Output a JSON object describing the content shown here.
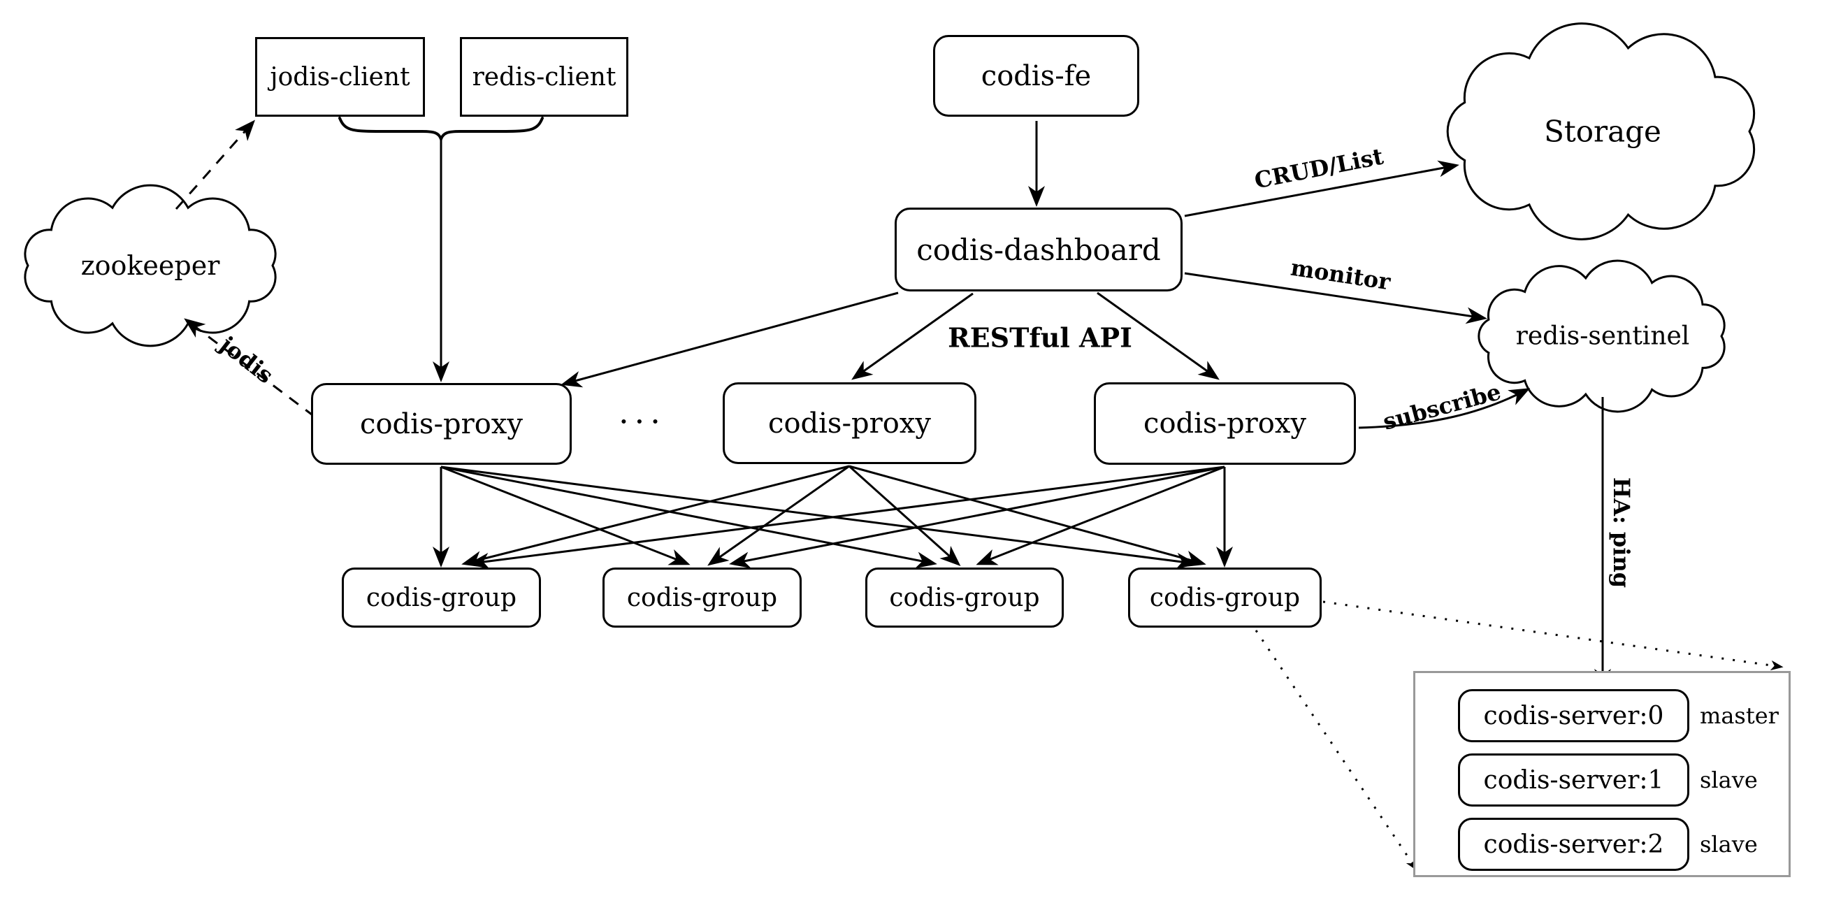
{
  "nodes": {
    "jodis_client": "jodis-client",
    "redis_client": "redis-client",
    "codis_fe": "codis-fe",
    "dashboard": "codis-dashboard",
    "proxy1": "codis-proxy",
    "proxy2": "codis-proxy",
    "proxy3": "codis-proxy",
    "group1": "codis-group",
    "group2": "codis-group",
    "group3": "codis-group",
    "group4": "codis-group",
    "zookeeper": "zookeeper",
    "storage": "Storage",
    "sentinel": "redis-sentinel"
  },
  "servers": [
    {
      "label": "codis-server:0",
      "role": "master"
    },
    {
      "label": "codis-server:1",
      "role": "slave"
    },
    {
      "label": "codis-server:2",
      "role": "slave"
    }
  ],
  "edge_labels": {
    "crud": "CRUD/List",
    "monitor": "monitor",
    "restful": "RESTful API",
    "subscribe": "subscribe",
    "jodis": "jodis",
    "ha": "HA: ping",
    "ellipsis": "···"
  },
  "colors": {
    "line": "#000000",
    "text": "#000000",
    "container_border": "#999999",
    "background": "#ffffff"
  }
}
